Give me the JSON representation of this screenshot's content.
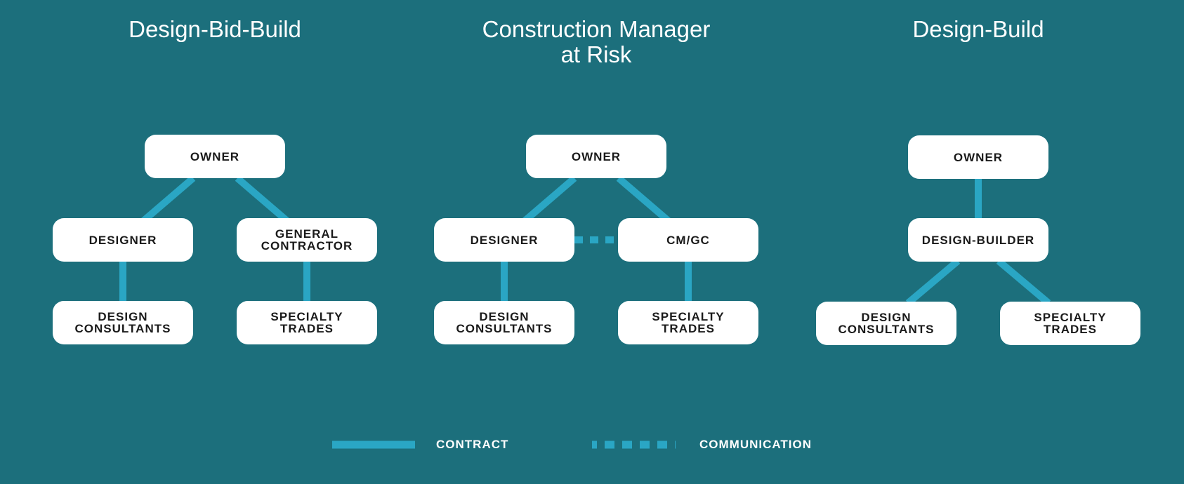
{
  "colors": {
    "background": "#1c6f7c",
    "line": "#2aa6c4",
    "box": "#ffffff",
    "box_text": "#1a1a1a"
  },
  "diagrams": [
    {
      "title": "Design-Bid-Build",
      "nodes": {
        "owner": "OWNER",
        "designer": "DESIGNER",
        "general_contractor": "GENERAL\nCONTRACTOR",
        "design_consultants": "DESIGN\nCONSULTANTS",
        "specialty_trades": "SPECIALTY\nTRADES"
      },
      "edges": [
        {
          "from": "owner",
          "to": "designer",
          "type": "contract"
        },
        {
          "from": "owner",
          "to": "general_contractor",
          "type": "contract"
        },
        {
          "from": "designer",
          "to": "design_consultants",
          "type": "contract"
        },
        {
          "from": "general_contractor",
          "to": "specialty_trades",
          "type": "contract"
        }
      ]
    },
    {
      "title": "Construction Manager\nat Risk",
      "nodes": {
        "owner": "OWNER",
        "designer": "DESIGNER",
        "cm_gc": "CM/GC",
        "design_consultants": "DESIGN\nCONSULTANTS",
        "specialty_trades": "SPECIALTY\nTRADES"
      },
      "edges": [
        {
          "from": "owner",
          "to": "designer",
          "type": "contract"
        },
        {
          "from": "owner",
          "to": "cm_gc",
          "type": "contract"
        },
        {
          "from": "designer",
          "to": "cm_gc",
          "type": "communication"
        },
        {
          "from": "designer",
          "to": "design_consultants",
          "type": "contract"
        },
        {
          "from": "cm_gc",
          "to": "specialty_trades",
          "type": "contract"
        }
      ]
    },
    {
      "title": "Design-Build",
      "nodes": {
        "owner": "OWNER",
        "design_builder": "DESIGN-BUILDER",
        "design_consultants": "DESIGN\nCONSULTANTS",
        "specialty_trades": "SPECIALTY\nTRADES"
      },
      "edges": [
        {
          "from": "owner",
          "to": "design_builder",
          "type": "contract"
        },
        {
          "from": "design_builder",
          "to": "design_consultants",
          "type": "contract"
        },
        {
          "from": "design_builder",
          "to": "specialty_trades",
          "type": "contract"
        }
      ]
    }
  ],
  "legend": {
    "contract": "CONTRACT",
    "communication": "COMMUNICATION"
  }
}
